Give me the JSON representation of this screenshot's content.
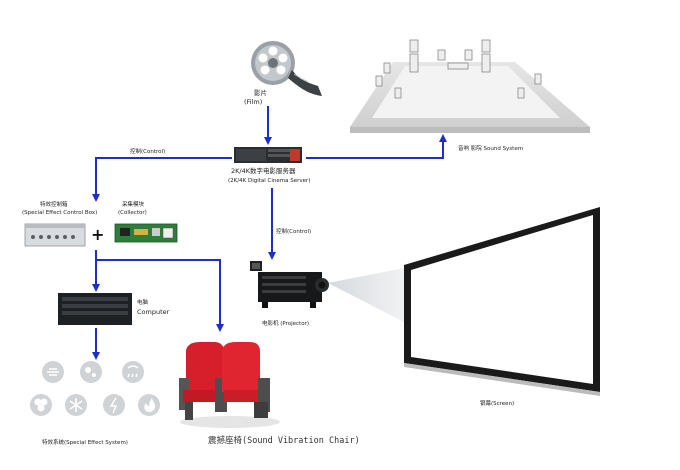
{
  "film": {
    "label_cn": "影片",
    "label_en": "(Film)"
  },
  "server": {
    "label_cn": "2K/4K数字电影服务器",
    "label_en": "(2K/4K Digital Cinema Server)"
  },
  "sound": {
    "label": "音响 影院 Sound System"
  },
  "control_left": "控制(Control)",
  "control_down": "控制(Control)",
  "effect_box": {
    "label_cn": "特效控制箱",
    "label_en": "(Special Effect Control Box)"
  },
  "plus": "+",
  "collector": {
    "label_cn": "采集模块",
    "label_en": "(Collector)"
  },
  "computer": {
    "label_cn": "电脑",
    "label_en": "Computer"
  },
  "projector": {
    "label": "电影机 (Projector)"
  },
  "effects": {
    "label": "特效系统(Special Effect System)"
  },
  "chair": {
    "label": "震撼座椅(Sound Vibration Chair)"
  },
  "screen": {
    "label": "银幕(Screen)"
  },
  "colors": {
    "arrow": "#1f2dcc",
    "seat": "#d61f2a",
    "screen_frame": "#111111",
    "icon": "#cfd3d6"
  }
}
